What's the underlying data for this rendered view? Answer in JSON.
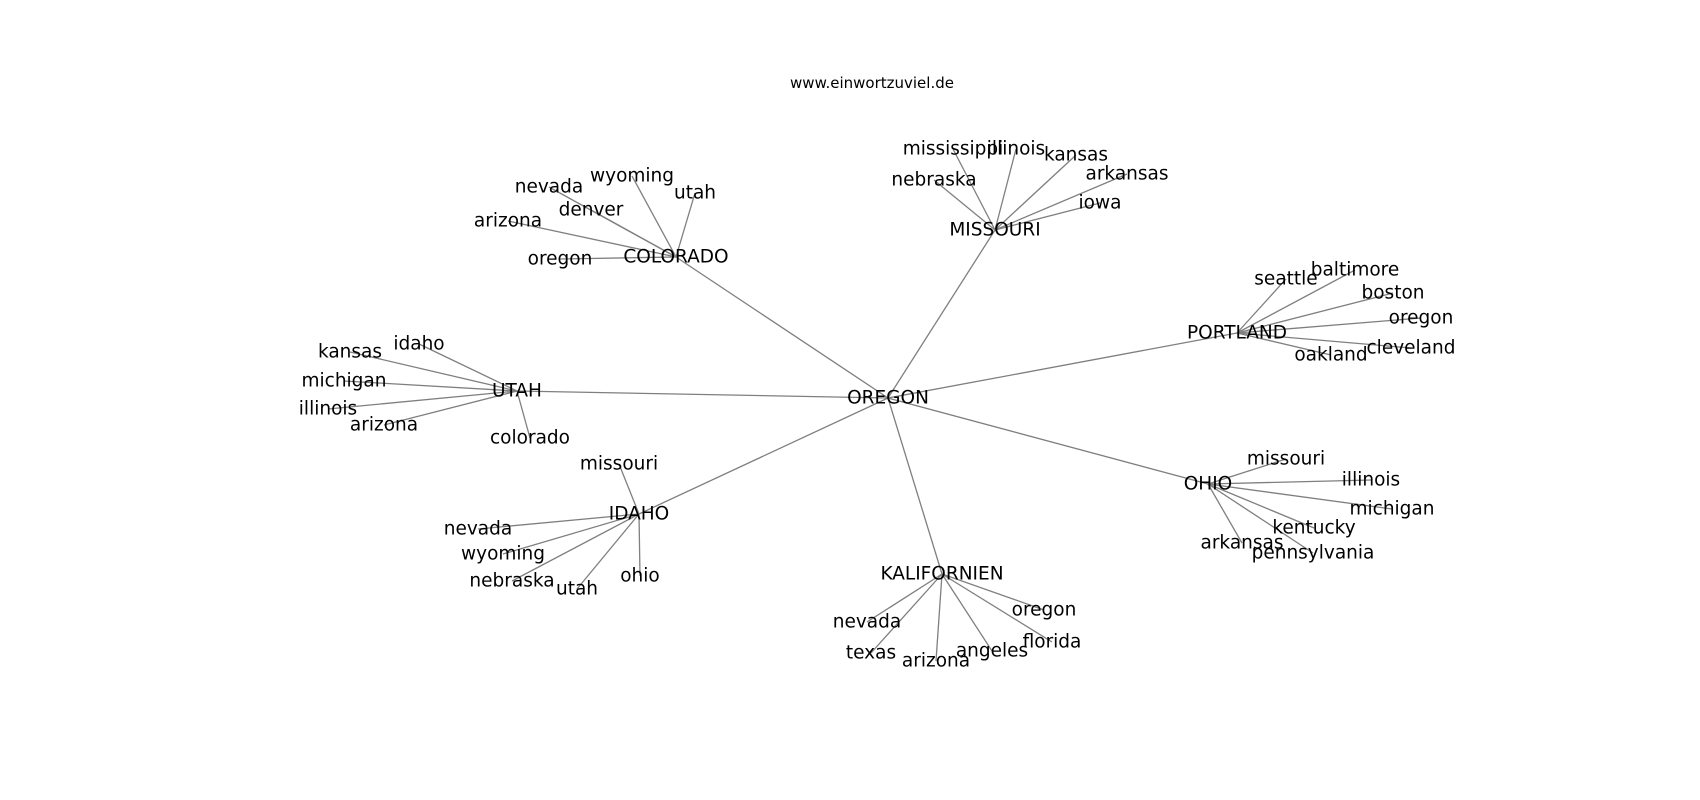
{
  "site": "www.einwortzuviel.de",
  "colors": {
    "edge": "#7f7f7f",
    "text": "#000000",
    "background": "#ffffff"
  },
  "graph": {
    "center": "OREGON",
    "hubs": [
      {
        "label": "COLORADO",
        "leaves": [
          "wyoming",
          "nevada",
          "utah",
          "denver",
          "arizona",
          "oregon"
        ]
      },
      {
        "label": "MISSOURI",
        "leaves": [
          "mississippi",
          "illinois",
          "kansas",
          "arkansas",
          "nebraska",
          "iowa"
        ]
      },
      {
        "label": "PORTLAND",
        "leaves": [
          "seattle",
          "baltimore",
          "boston",
          "oregon",
          "cleveland",
          "oakland"
        ]
      },
      {
        "label": "UTAH",
        "leaves": [
          "idaho",
          "kansas",
          "michigan",
          "illinois",
          "arizona",
          "colorado"
        ]
      },
      {
        "label": "IDAHO",
        "leaves": [
          "missouri",
          "nevada",
          "wyoming",
          "nebraska",
          "utah",
          "ohio"
        ]
      },
      {
        "label": "KALIFORNIEN",
        "leaves": [
          "oregon",
          "nevada",
          "florida",
          "texas",
          "angeles",
          "arizona"
        ]
      },
      {
        "label": "OHIO",
        "leaves": [
          "missouri",
          "illinois",
          "michigan",
          "kentucky",
          "arkansas",
          "pennsylvania"
        ]
      }
    ]
  }
}
